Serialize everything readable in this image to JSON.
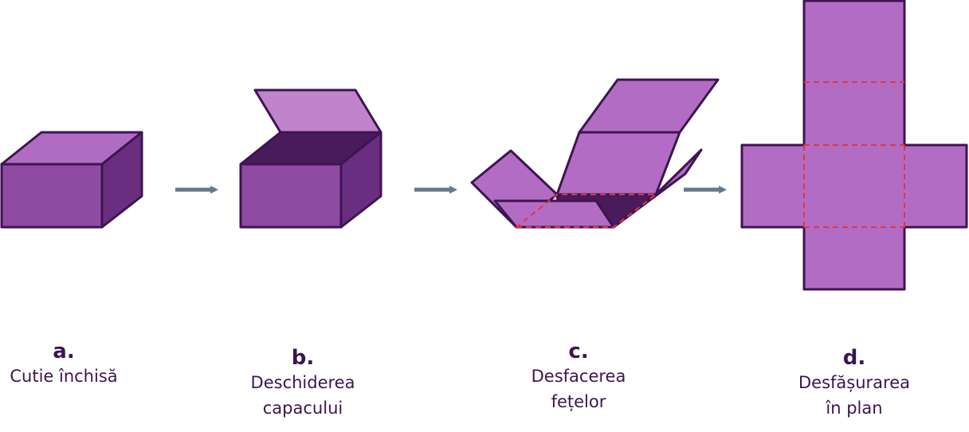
{
  "colors": {
    "outline": "#3e1451",
    "face_front": "#8f4aa1",
    "face_top": "#b06cc2",
    "face_side": "#6a2e80",
    "face_inner": "#4a1b5a",
    "lid": "#c084cc",
    "net": "#b36cc4",
    "fold_line": "#e0373f",
    "arrow": "#657a86",
    "caption": "#3a1650"
  },
  "steps": [
    {
      "letter": "a.",
      "lines": [
        "Cutie închisă"
      ]
    },
    {
      "letter": "b.",
      "lines": [
        "Deschiderea",
        "capacului"
      ]
    },
    {
      "letter": "c.",
      "lines": [
        "Desfacerea",
        "fețelor"
      ]
    },
    {
      "letter": "d.",
      "lines": [
        "Desfășurarea",
        "în plan"
      ]
    }
  ]
}
